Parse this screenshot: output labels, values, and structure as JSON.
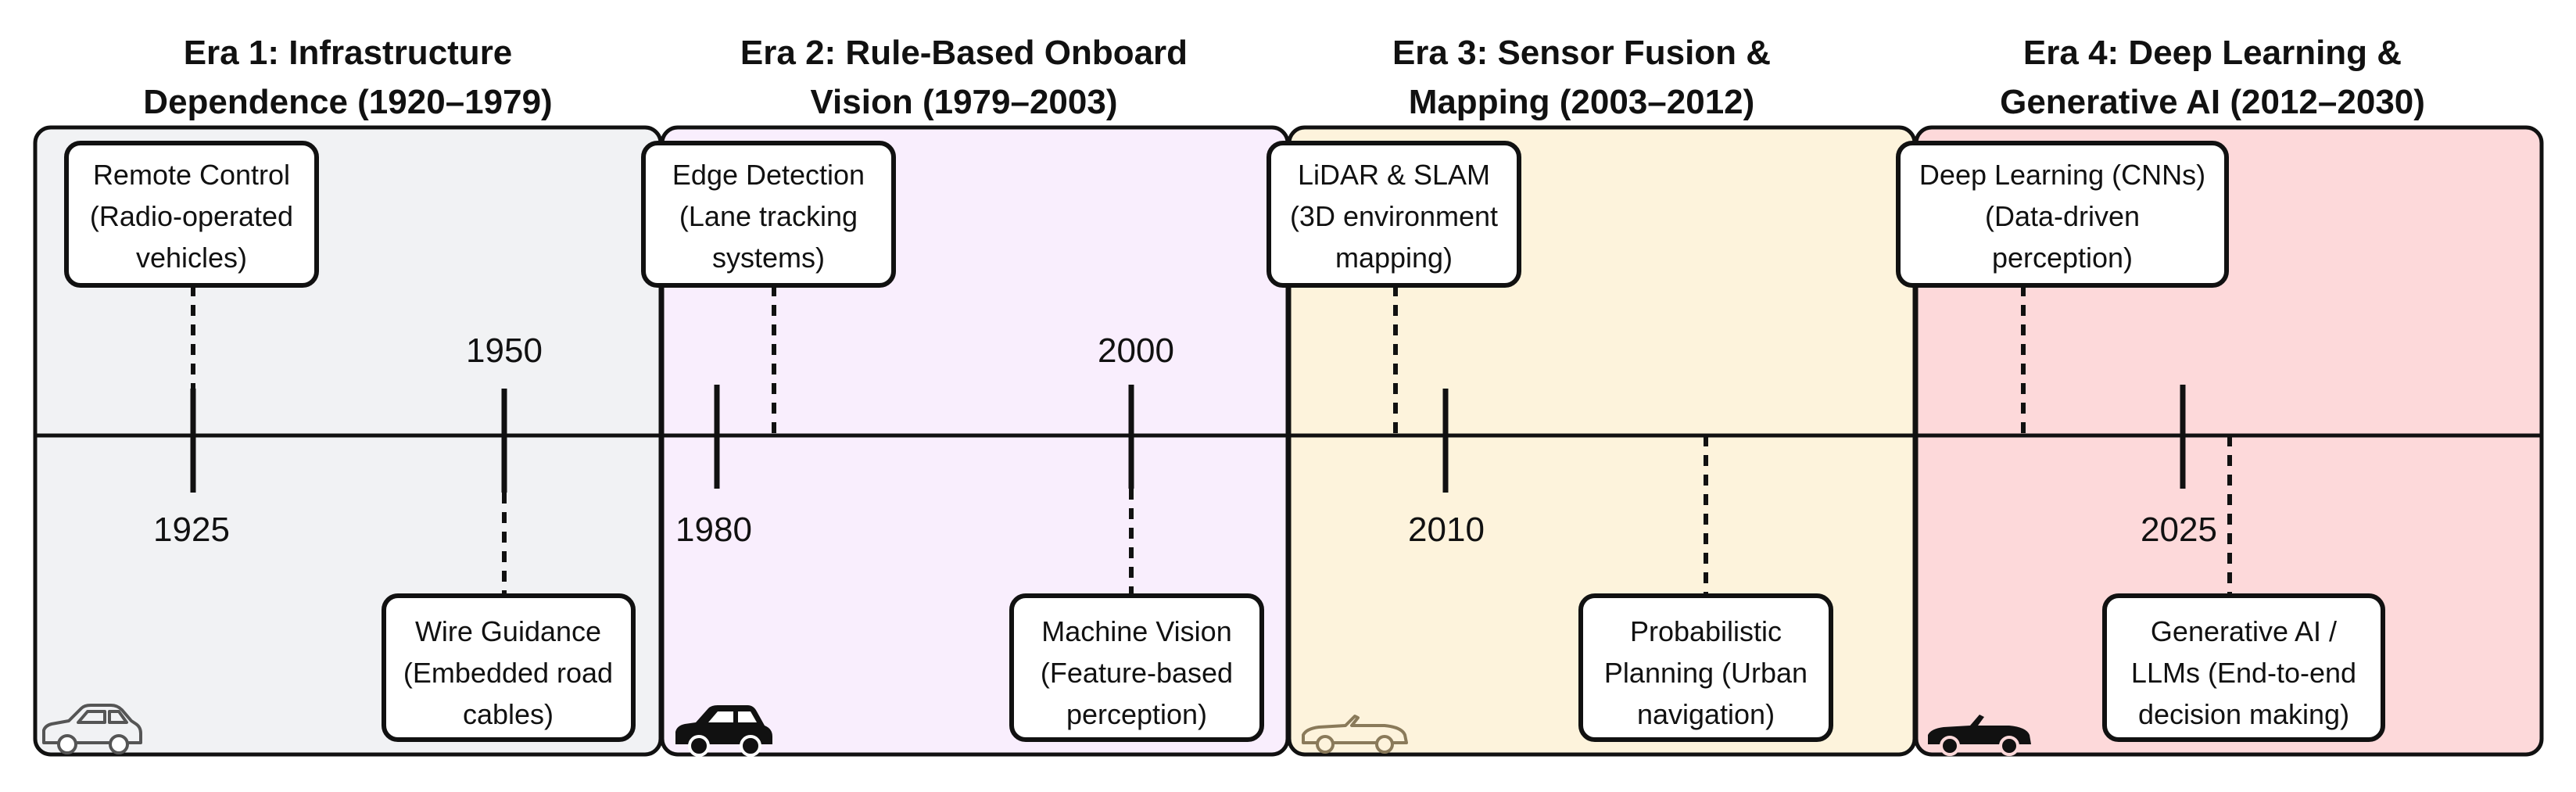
{
  "eras": [
    {
      "title_line1": "Era 1: Infrastructure",
      "title_line2": "Dependence (1920–1979)",
      "color": "#f1f2f4",
      "car_icon": "sedan-outline-icon"
    },
    {
      "title_line1": "Era 2: Rule-Based Onboard",
      "title_line2": "Vision (1979–2003)",
      "color": "#f9eefd",
      "car_icon": "hatchback-solid-icon"
    },
    {
      "title_line1": "Era 3: Sensor Fusion &",
      "title_line2": "Mapping (2003–2012)",
      "color": "#fdf3dc",
      "car_icon": "convertible-outline-icon"
    },
    {
      "title_line1": "Era 4: Deep Learning &",
      "title_line2": "Generative AI (2012–2030)",
      "color": "#fdd9da",
      "car_icon": "convertible-solid-icon"
    }
  ],
  "ticks": [
    {
      "label": "1925"
    },
    {
      "label": "1950"
    },
    {
      "label": "1980"
    },
    {
      "label": "2000"
    },
    {
      "label": "2010"
    },
    {
      "label": "2025"
    }
  ],
  "events": [
    {
      "line1": "Remote Control",
      "line2": "(Radio-operated",
      "line3": "vehicles)"
    },
    {
      "line1": "Wire Guidance",
      "line2": "(Embedded road",
      "line3": "cables)"
    },
    {
      "line1": "Edge Detection",
      "line2": "(Lane tracking",
      "line3": "systems)"
    },
    {
      "line1": "Machine Vision",
      "line2": "(Feature-based",
      "line3": "perception)"
    },
    {
      "line1": "LiDAR & SLAM",
      "line2": "(3D environment",
      "line3": "mapping)"
    },
    {
      "line1": "Probabilistic",
      "line2": "Planning (Urban",
      "line3": "navigation)"
    },
    {
      "line1": "Deep Learning (CNNs)",
      "line2": "(Data-driven",
      "line3": "perception)"
    },
    {
      "line1": "Generative AI /",
      "line2": "LLMs (End-to-end",
      "line3": "decision making)"
    }
  ]
}
